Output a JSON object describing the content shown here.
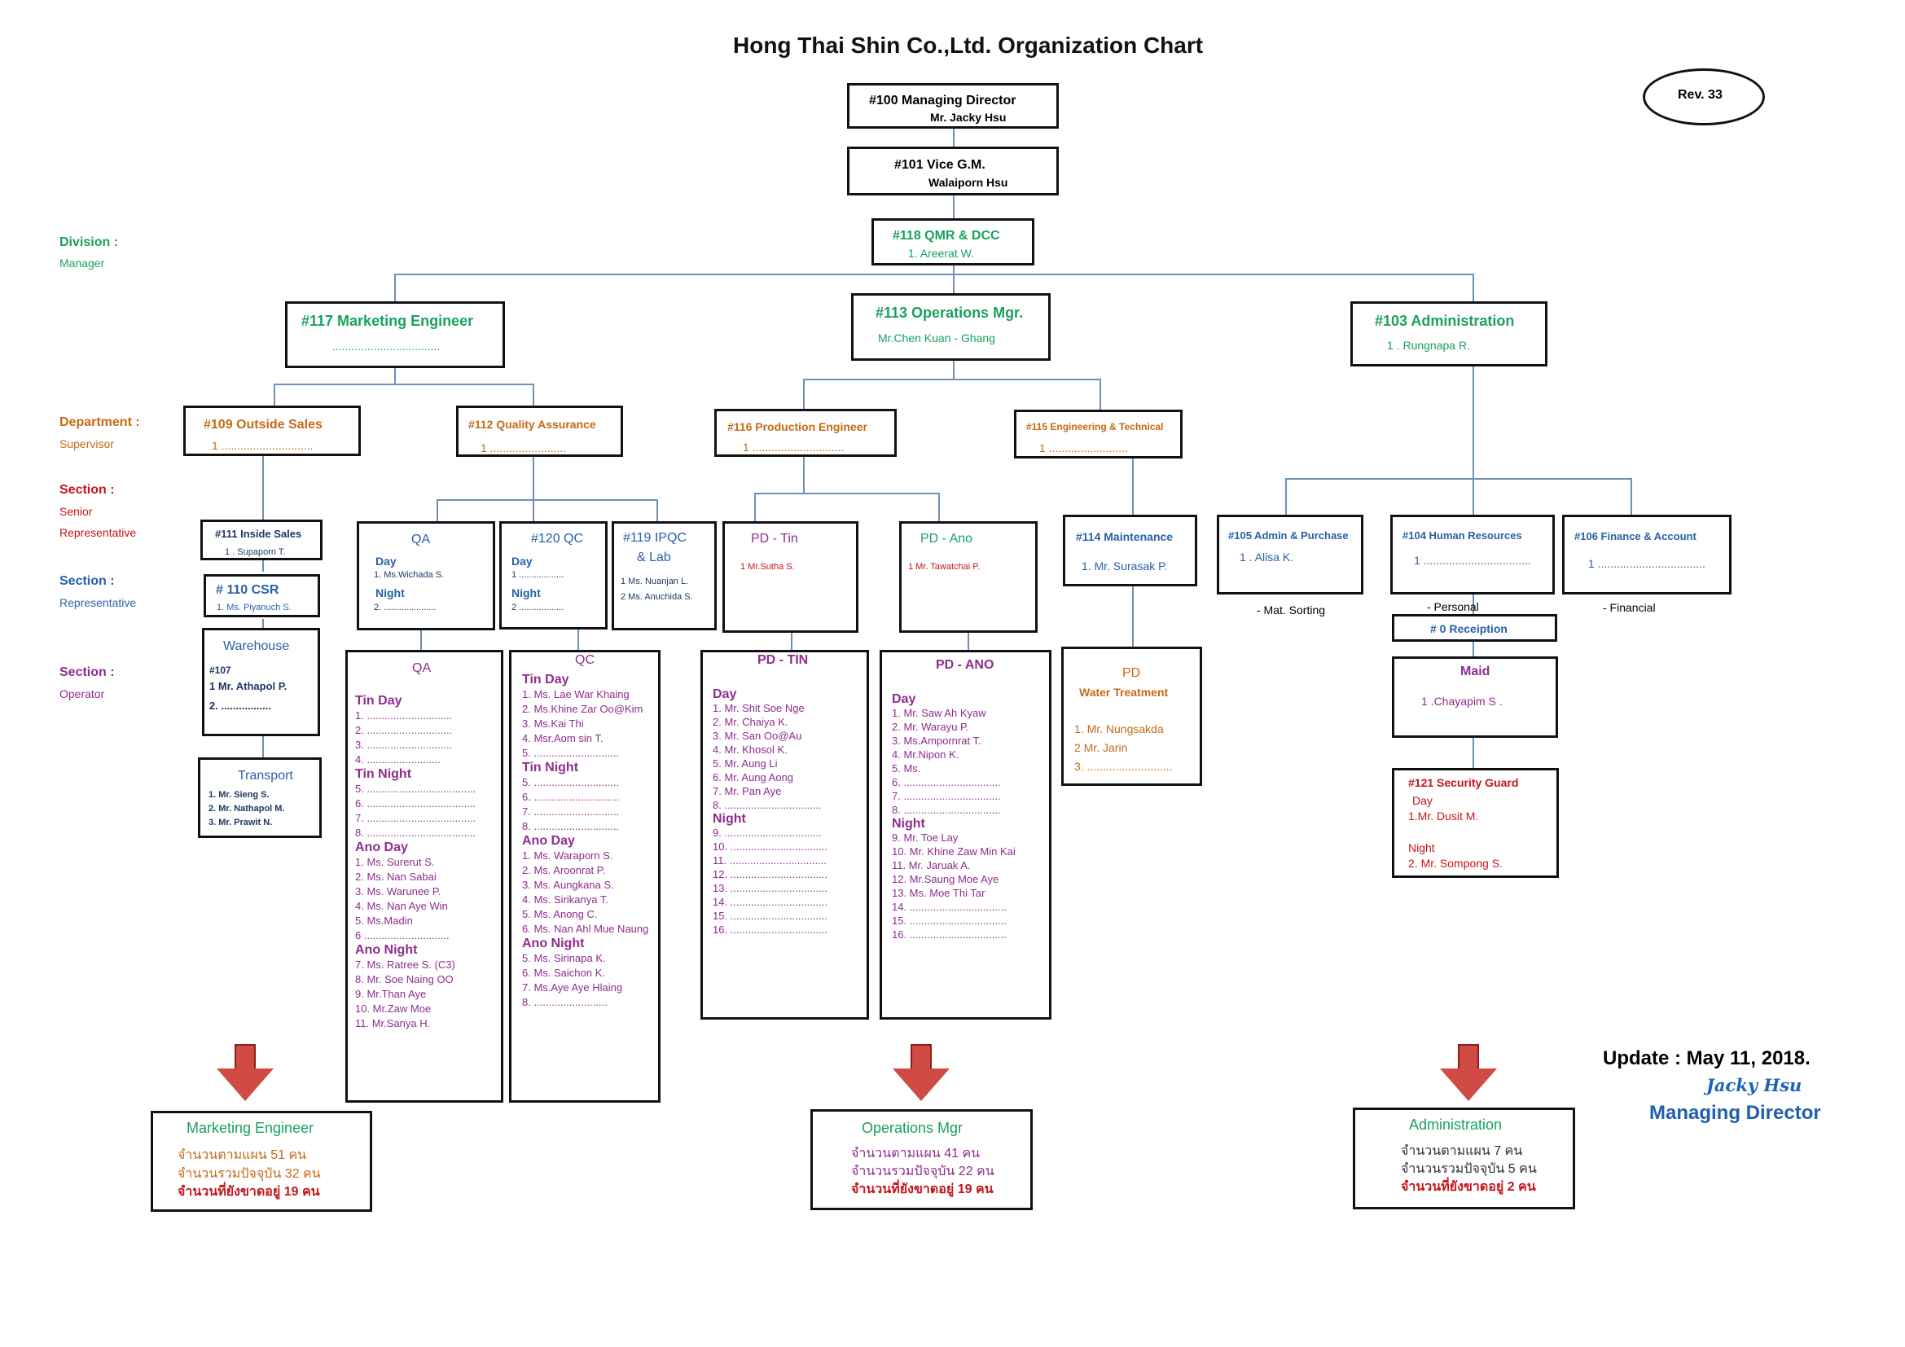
{
  "title": "Hong Thai Shin Co.,Ltd. Organization Chart",
  "rev": "Rev. 33",
  "left_labels": {
    "division": "Division :",
    "manager": "Manager",
    "department": "Department :",
    "supervisor": "Supervisor",
    "section1": "Section :",
    "senior": "Senior",
    "representative1": "Representative",
    "section2": "Section :",
    "representative2": "Representative",
    "section3": "Section :",
    "operator": "Operator"
  },
  "top": {
    "md": "#100 Managing Director",
    "md_name": "Mr. Jacky Hsu",
    "vgm": "#101 Vice G.M.",
    "vgm_name": "Walaiporn Hsu",
    "qmr": "#118 QMR & DCC",
    "qmr_name": "1.  Areerat W."
  },
  "divisions": {
    "marketing": "#117 Marketing  Engineer",
    "marketing_dots": "..................................",
    "operations": "#113 Operations  Mgr.",
    "operations_name": "Mr.Chen Kuan - Ghang",
    "admin": "#103 Administration",
    "admin_name": "1 . Rungnapa R."
  },
  "departments": {
    "outside": "#109 Outside Sales",
    "outside_dots": "1 .............................",
    "qa": "#112 Quality Assurance",
    "qa_dots": "1 ........................",
    "pe": "#116 Production Engineer",
    "pe_dots": "1 .............................",
    "eng": "#115 Engineering & Technical",
    "eng_dots": "1 .........................",
    "maint": "#114 Maintenance",
    "maint_name": "1. Mr. Surasak  P.",
    "admin_purchase": "#105 Admin & Purchase",
    "admin_purchase_name": "1 .   Alisa   K.",
    "hr": "#104 Human Resources",
    "hr_dots": "1 ..................................",
    "finance": "#106 Finance & Account",
    "finance_dots": "1 ..................................",
    "mat_sorting": "- Mat. Sorting",
    "personal": "- Personal",
    "financial": "- Financial",
    "reception": "# 0 Receiption",
    "maid": "Maid",
    "maid_name": "1 .Chayapim S ."
  },
  "sections": {
    "inside": "#111 Inside Sales",
    "inside_name": "1 . Supaporn T.",
    "csr": "# 110 CSR",
    "csr_name": "1. Ms. Piyanuch S.",
    "warehouse": "Warehouse",
    "warehouse_no": "#107",
    "warehouse_1": "1 Mr. Athapol P.",
    "warehouse_2": "2. .................",
    "transport": "Transport",
    "transport_1": "1. Mr.  Sieng S.",
    "transport_2": "2. Mr.   Nathapol M.",
    "transport_3": "3. Mr.   Prawit  N.",
    "qa_small": "QA",
    "qa_day": "Day",
    "qa_day_name": "1. Ms.Wichada S.",
    "qa_night": "Night",
    "qa_night_dots": "2.  .....................",
    "qc_small": "#120  QC",
    "qc_day": "Day",
    "qc_day_dots": "1 ..................",
    "qc_night": "Night",
    "qc_night_dots": "2 ..................",
    "ipqc": "#119 IPQC",
    "ipqc2": "& Lab",
    "ipqc_1": "1 Ms.  Nuanjan L.",
    "ipqc_2": "2 Ms. Anuchida S.",
    "pd_tin": "PD - Tin",
    "pd_tin_name": "1 Mr.Sutha S.",
    "pd_ano": "PD - Ano",
    "pd_ano_name": "1 Mr. Tawatchai P.",
    "maint_small": "#114 Maintenance",
    "maint_small_name": "1. Mr. Surasak  P.",
    "pd_water": "PD",
    "pd_water2": "Water Treatment",
    "water_1": "1. Mr. Nungsakda",
    "water_2": "2  Mr. Jarin",
    "water_3": "3. ...........................",
    "security": "#121 Security Guard",
    "security_day": "Day",
    "security_day_name": "1.Mr. Dusit M.",
    "security_night": "Night",
    "security_night_name": "2. Mr.  Sompong S."
  },
  "operators": {
    "qa_title": "QA",
    "qa_list": [
      "Tin Day",
      "1. .............................",
      "2. .............................",
      "3. .............................",
      "4. .........................",
      "Tin Night",
      "5. .....................................",
      "6. .....................................",
      "7. .....................................",
      "8. .....................................",
      "Ano Day",
      "1. Ms. Surerut S.",
      "2. Ms. Nan Sabai",
      "3. Ms. Warunee P.",
      "4. Ms. Nan Aye Win",
      "5. Ms.Madin",
      "6 .............................",
      "Ano Night",
      "7. Ms. Ratree S. (C3)",
      "8. Mr. Soe Naing OO",
      "9. Mr.Than Aye",
      "10. Mr.Zaw Moe",
      "11. Mr.Sanya H."
    ],
    "qc_title": "QC",
    "qc_list": [
      "Tin Day",
      "1. Ms. Lae War Khaing",
      "2. Ms.Khine Zar Oo@Kim",
      "3. Ms.Kai Thi",
      "4. Msr.Aom sin T.",
      "5. .............................",
      "Tin Night",
      "5. .............................",
      "6. .............................",
      "7. .............................",
      "8. .............................",
      "Ano Day",
      "1.  Ms. Waraporn S.",
      "2.  Ms. Aroonrat P.",
      "3.  Ms. Aungkana S.",
      "4.  Ms. Sirikanya T.",
      "5.  Ms. Anong C.",
      "6.  Ms. Nan Ahl Mue Naung",
      "Ano Night",
      "5. Ms. Sirinapa K.",
      "6. Ms. Saichon K.",
      "7. Ms.Aye Aye Hlaing",
      "8.      ........................."
    ],
    "pd_tin_title": "PD - TIN",
    "pd_tin_list": [
      "Day",
      "1.  Mr. Shit Soe Nge",
      "2.  Mr. Chaiya K.",
      "3.  Mr.  San Oo@Au",
      "4.  Mr.  Khosol K.",
      "5.  Mr.  Aung Li",
      "6.  Mr.  Aung Aong",
      "7.  Mr.  Pan Aye",
      "8.     .................................",
      "Night",
      "9.     .................................",
      "10.   .................................",
      "11.   .................................",
      "12.   .................................",
      "13.   .................................",
      "14.   .................................",
      "15.   .................................",
      "16.   ................................."
    ],
    "pd_ano_title": "PD - ANO",
    "pd_ano_list": [
      "Day",
      "1.     Mr. Saw Ah Kyaw",
      "2.     Mr. Warayu P.",
      "3.     Ms.Ampornrat T.",
      "4.     Mr.Nipon K.",
      "5.     Ms.",
      "6.     .................................",
      "7.     .................................",
      "8.     .................................",
      "Night",
      "9.     Mr.  Toe Lay",
      "10.   Mr. Khine Zaw Min Kai",
      "11.   Mr. Jaruak A.",
      "12.   Mr.Saung Moe Aye",
      "13.   Ms. Moe Thi Tar",
      "14.   .................................",
      "15.   .................................",
      "16.   ................................."
    ]
  },
  "summaries": {
    "marketing": {
      "title": "Marketing  Engineer",
      "l1": "จำนวนตามแผน     51 คน",
      "l2": "จำนวนรวมปัจจุบัน  32  คน",
      "l3": "จำนวนที่ยังขาดอยู่  19  คน"
    },
    "operations": {
      "title": "Operations  Mgr",
      "l1": "จำนวนตามแผน     41  คน",
      "l2": "จำนวนรวมปัจจุบัน  22  คน",
      "l3": "จำนวนที่ยังขาดอยู่  19  คน"
    },
    "admin": {
      "title": "Administration",
      "l1": "จำนวนตามแผน     7  คน",
      "l2": "จำนวนรวมปัจจุบัน   5  คน",
      "l3": "จำนวนที่ยังขาดอยู่  2  คน"
    }
  },
  "footer": {
    "update": "Update : May 11, 2018.",
    "signature": "Jacky Hsu",
    "md": "Managing Director"
  },
  "colors": {
    "connector": "#6f8fb7",
    "green": "#19a15f",
    "blue": "#2761a8",
    "orange": "#c56a16",
    "red": "#c7141a",
    "purple": "#8f2c8f"
  }
}
